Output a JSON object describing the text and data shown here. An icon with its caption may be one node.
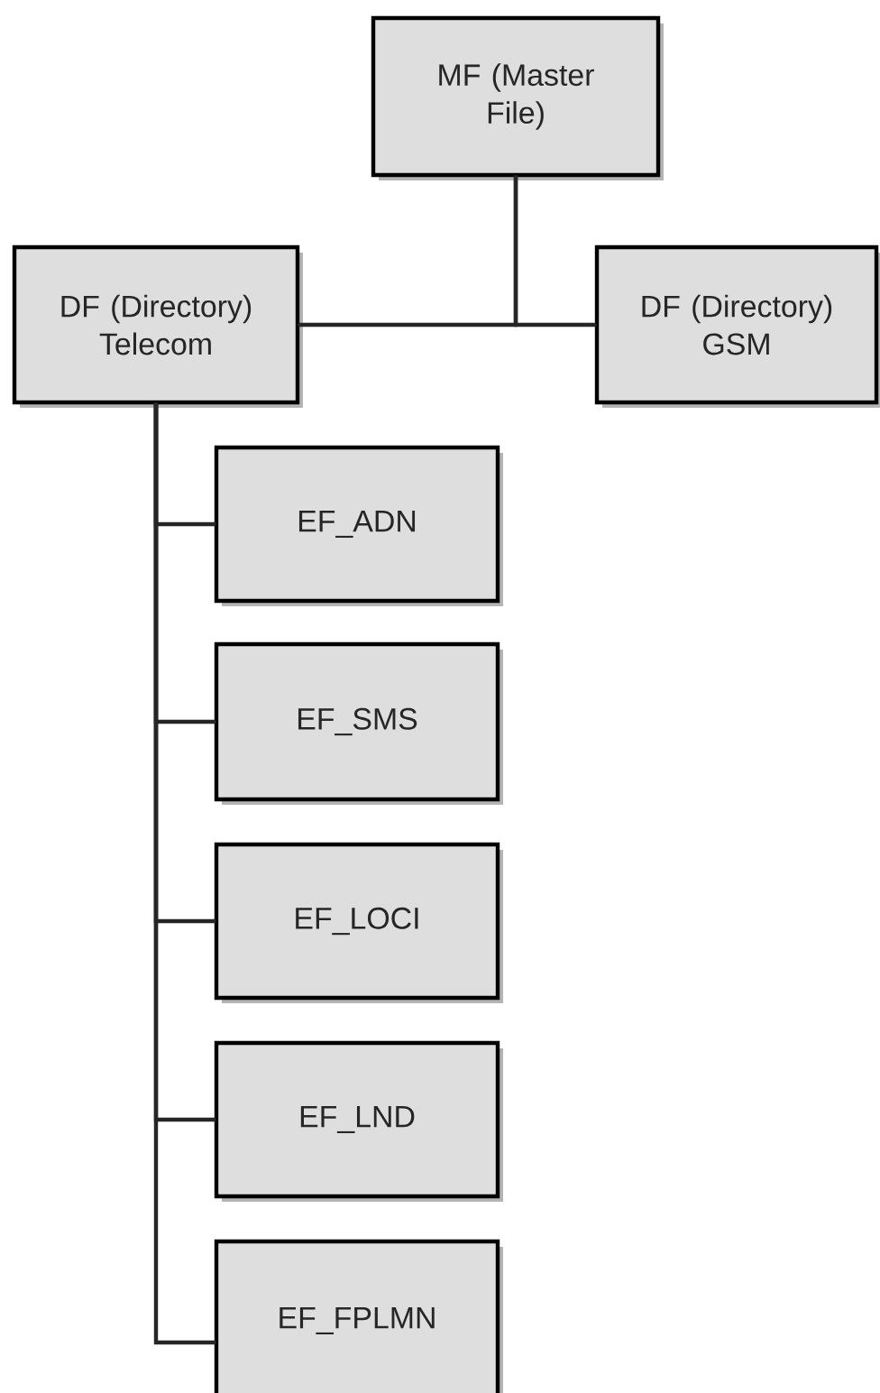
{
  "diagram": {
    "nodes": [
      {
        "text": [
          "MF (Master File)"
        ]
      },
      {
        "text": [
          "DF (Directory) Telecom"
        ]
      },
      {
        "text": [
          "DF (Directory) GSM"
        ]
      },
      {
        "text": [
          "EF_ADN"
        ]
      },
      {
        "text": [
          "EF_SMS"
        ]
      },
      {
        "text": [
          "EF_LOCI"
        ]
      },
      {
        "text": [
          "EF_LND"
        ]
      },
      {
        "text": [
          "EF_FPLMN"
        ]
      }
    ],
    "edges": [
      {
        "from": 0,
        "to": 1,
        "arrow": "none"
      },
      {
        "from": 0,
        "to": 2,
        "arrow": "none"
      },
      {
        "from": 1,
        "to": 3,
        "arrow": "none"
      },
      {
        "from": 1,
        "to": 4,
        "arrow": "none"
      },
      {
        "from": 1,
        "to": 5,
        "arrow": "none"
      },
      {
        "from": 1,
        "to": 6,
        "arrow": "none"
      },
      {
        "from": 1,
        "to": 7,
        "arrow": "none"
      }
    ]
  }
}
